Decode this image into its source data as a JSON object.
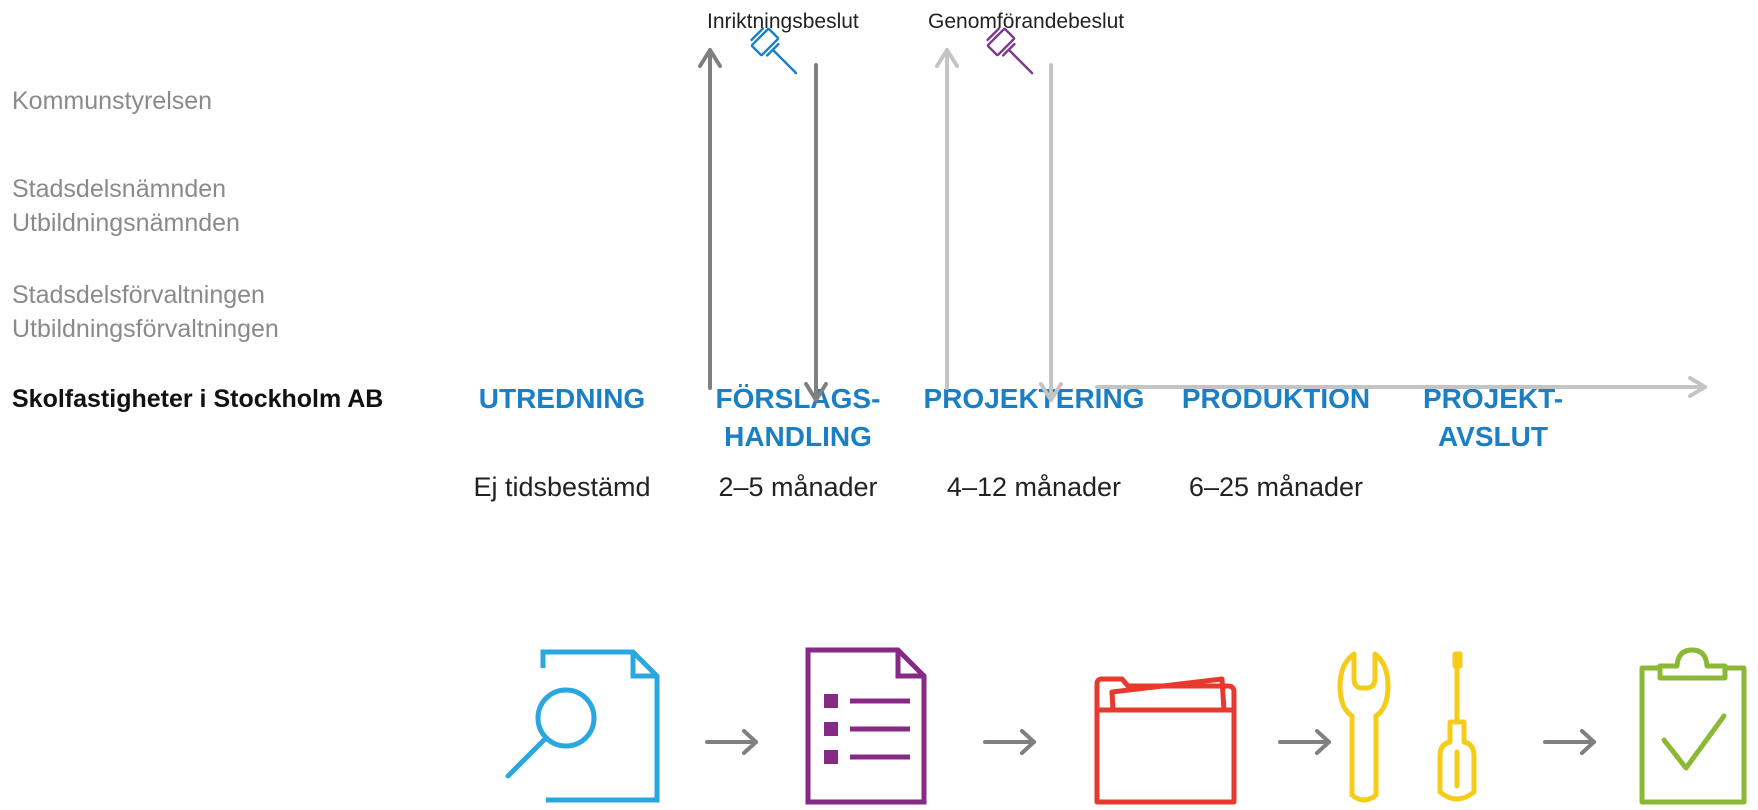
{
  "levels": {
    "kommunstyrelsen": "Kommunstyrelsen",
    "namnd_1": "Stadsdelsnämnden",
    "namnd_2": "Utbildningsnämnden",
    "forvaltning_1": "Stadsdelsförvaltningen",
    "forvaltning_2": "Utbildningsförvaltningen",
    "bolag": "Skolfastigheter i Stockholm AB"
  },
  "decisions": {
    "inriktning": "Inriktningsbeslut",
    "genomforande": "Genomförandebeslut"
  },
  "phases": [
    {
      "line1": "UTREDNING",
      "line2": "",
      "duration": "Ej tidsbestämd"
    },
    {
      "line1": "FÖRSLAGS-",
      "line2": "HANDLING",
      "duration": "2–5 månader"
    },
    {
      "line1": "PROJEKTERING",
      "line2": "",
      "duration": "4–12 månader"
    },
    {
      "line1": "PRODUKTION",
      "line2": "",
      "duration": "6–25 månader"
    },
    {
      "line1": "PROJEKT-",
      "line2": "AVSLUT",
      "duration": ""
    }
  ],
  "colors": {
    "phase_text": "#1a7fc4",
    "arrow_dark": "#808080",
    "arrow_light": "#c4c4c4",
    "gavel_1": "#1a7fc4",
    "gavel_2": "#7b3a8a",
    "icon_utredning": "#29a8e0",
    "icon_forslag": "#862a85",
    "icon_projektering": "#e73a2e",
    "icon_produktion": "#f5cc1a",
    "icon_avslut": "#8cb935"
  },
  "icons": {
    "gavel_1": "gavel-icon",
    "gavel_2": "gavel-icon",
    "utredning": "document-search-icon",
    "forslag": "document-list-icon",
    "projektering": "folder-icon",
    "produktion": "tools-icon",
    "avslut": "clipboard-check-icon"
  }
}
